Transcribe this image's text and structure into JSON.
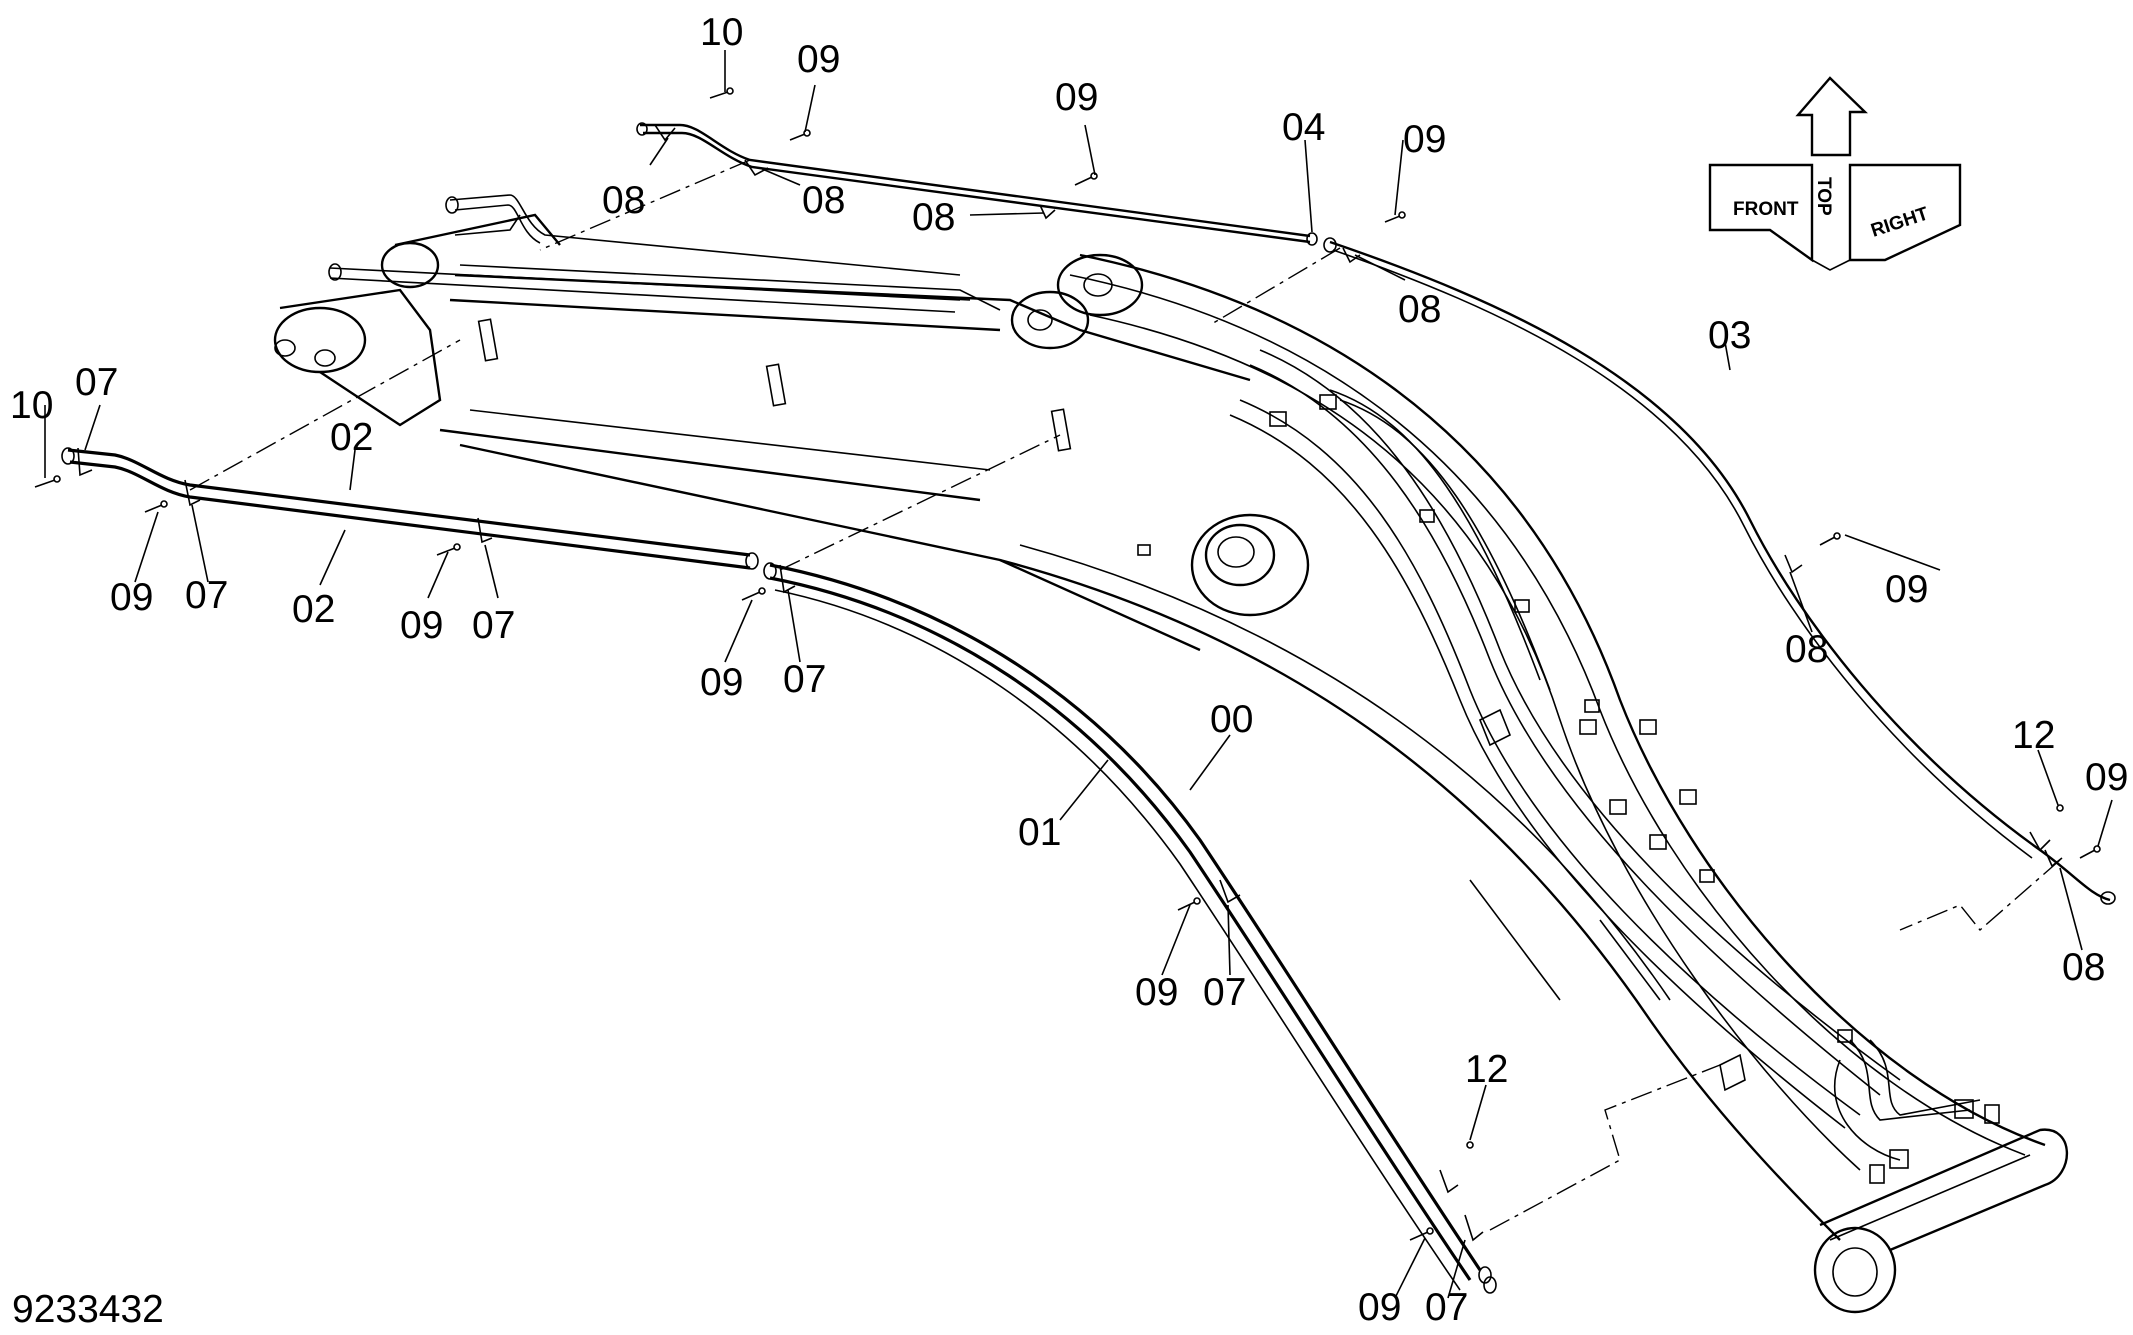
{
  "drawing": {
    "code": "9233432",
    "orientation_labels": {
      "front": "FRONT",
      "top": "TOP",
      "right": "RIGHT"
    },
    "part_labels": [
      {
        "id": "l-10-a",
        "text": "10"
      },
      {
        "id": "l-09-a",
        "text": "09"
      },
      {
        "id": "l-09-b",
        "text": "09"
      },
      {
        "id": "l-08-a",
        "text": "08"
      },
      {
        "id": "l-08-b",
        "text": "08"
      },
      {
        "id": "l-08-c",
        "text": "08"
      },
      {
        "id": "l-04",
        "text": "04"
      },
      {
        "id": "l-09-c",
        "text": "09"
      },
      {
        "id": "l-08-d",
        "text": "08"
      },
      {
        "id": "l-03",
        "text": "03"
      },
      {
        "id": "l-10-b",
        "text": "10"
      },
      {
        "id": "l-07-a",
        "text": "07"
      },
      {
        "id": "l-02-a",
        "text": "02"
      },
      {
        "id": "l-09-d",
        "text": "09"
      },
      {
        "id": "l-07-b",
        "text": "07"
      },
      {
        "id": "l-02-b",
        "text": "02"
      },
      {
        "id": "l-09-e",
        "text": "09"
      },
      {
        "id": "l-07-c",
        "text": "07"
      },
      {
        "id": "l-09-f",
        "text": "09"
      },
      {
        "id": "l-07-d",
        "text": "07"
      },
      {
        "id": "l-09-g",
        "text": "09"
      },
      {
        "id": "l-08-e",
        "text": "08"
      },
      {
        "id": "l-00",
        "text": "00"
      },
      {
        "id": "l-01",
        "text": "01"
      },
      {
        "id": "l-12-a",
        "text": "12"
      },
      {
        "id": "l-09-h",
        "text": "09"
      },
      {
        "id": "l-08-f",
        "text": "08"
      },
      {
        "id": "l-09-i",
        "text": "09"
      },
      {
        "id": "l-07-e",
        "text": "07"
      },
      {
        "id": "l-12-b",
        "text": "12"
      },
      {
        "id": "l-09-j",
        "text": "09"
      },
      {
        "id": "l-07-f",
        "text": "07"
      }
    ]
  }
}
